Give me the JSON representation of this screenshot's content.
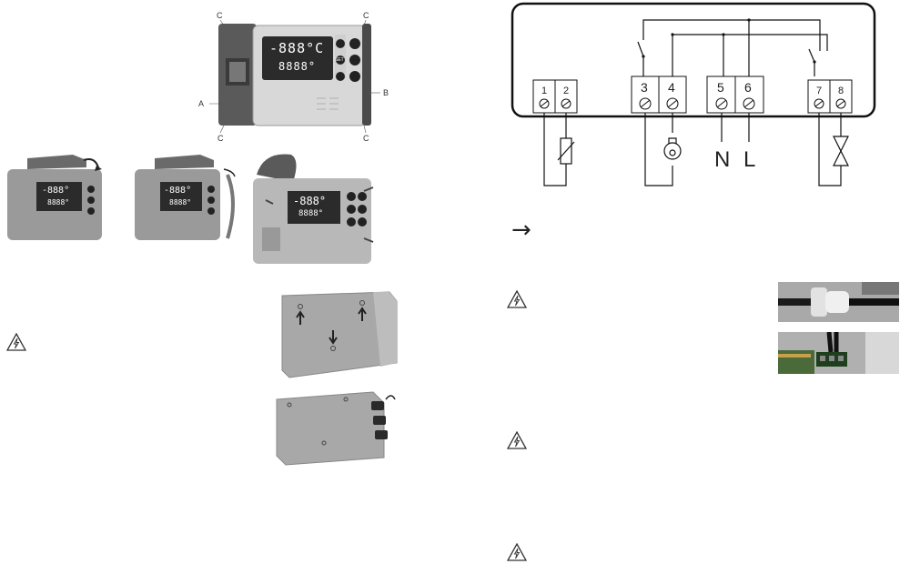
{
  "figure1": {
    "callouts": {
      "c_tl": "C",
      "c_tr": "C",
      "c_bl": "C",
      "c_br": "C",
      "a": "A",
      "b": "B"
    },
    "display_top": "-888°C",
    "display_bottom": "8888°",
    "set_key": "SET"
  },
  "figure2": {
    "display_top": "-888°",
    "display_bottom": "8888°"
  },
  "wiring": {
    "terminals": [
      "1",
      "2",
      "3",
      "4",
      "5",
      "6",
      "7",
      "8"
    ],
    "neutral": "N",
    "line": "L"
  },
  "arrow": "→",
  "colors": {
    "line": "#1a1a1a",
    "housing": "#8a8a8a",
    "panel": "#dcdcdc",
    "display": "#2a2a2a",
    "led": "#ffffff"
  }
}
